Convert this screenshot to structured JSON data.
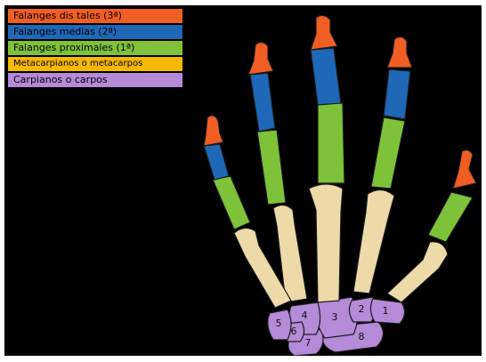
{
  "legend": {
    "items": [
      {
        "label": "Falanges dis tales (3ª)",
        "color": "#f05e23"
      },
      {
        "label": "Falanges medias (2ª)",
        "color": "#1f68b8"
      },
      {
        "label": "Falanges proximales (1ª)",
        "color": "#7ec23a"
      },
      {
        "label": "Metacarpianos o metacarpos",
        "color": "#f6b800"
      },
      {
        "label": "Carpianos o carpos",
        "color": "#b58ad9"
      }
    ]
  },
  "bone_colors": {
    "distal": "#f05e23",
    "medial": "#1f68b8",
    "proximal": "#7ec23a",
    "metacarpal": "#eed9a8",
    "carpal": "#b58ad9"
  },
  "carpal_labels": [
    "1",
    "2",
    "3",
    "4",
    "5",
    "6",
    "7",
    "8"
  ]
}
